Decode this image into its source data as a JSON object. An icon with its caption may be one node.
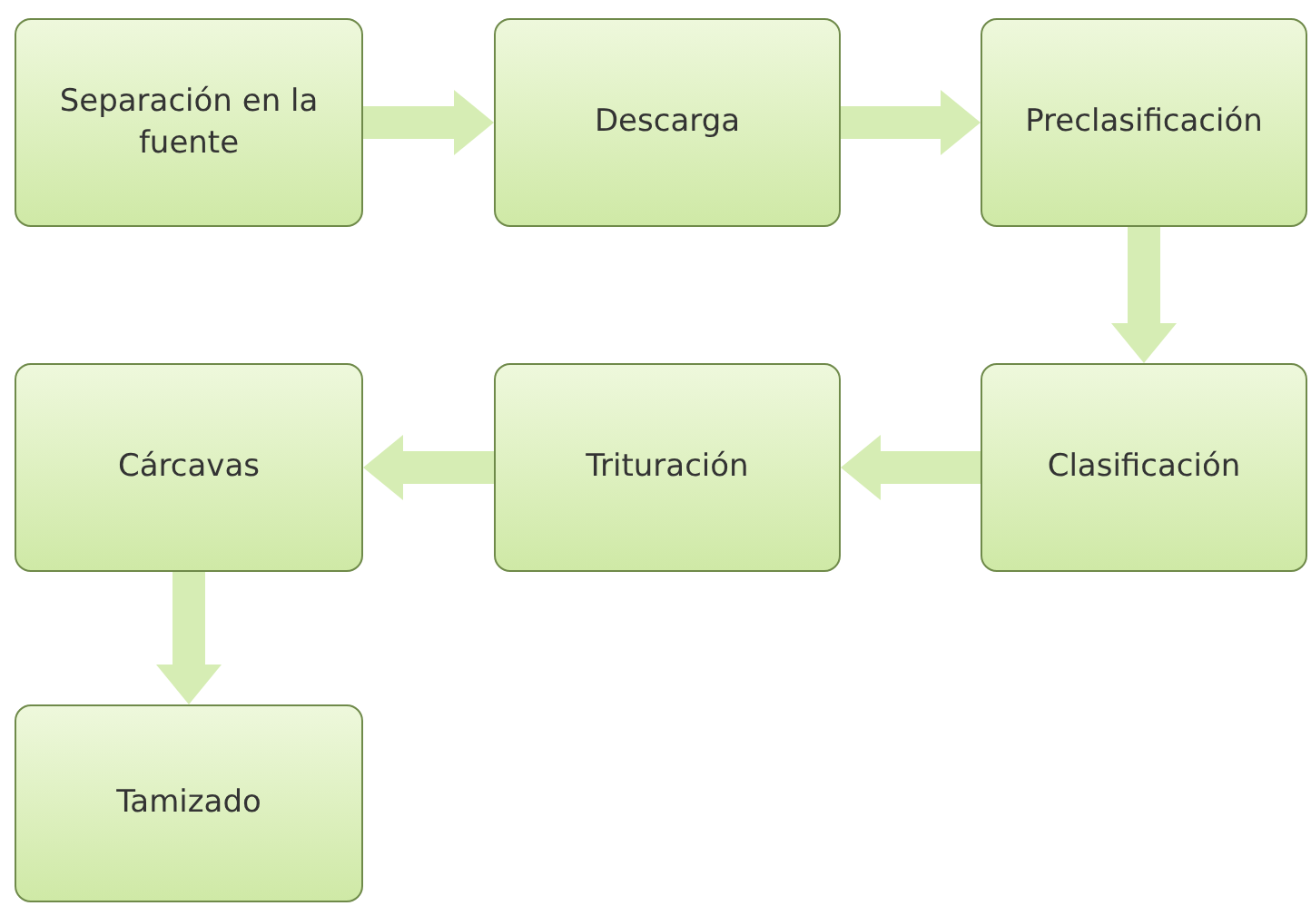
{
  "diagram": {
    "nodes": [
      {
        "text": [
          "Separación en la fuente"
        ]
      },
      {
        "text": [
          "Descarga"
        ]
      },
      {
        "text": [
          "Preclasificación"
        ]
      },
      {
        "text": [
          "Clasificación"
        ]
      },
      {
        "text": [
          "Trituración"
        ]
      },
      {
        "text": [
          "Cárcavas"
        ]
      },
      {
        "text": [
          "Tamizado"
        ]
      }
    ],
    "edges": [
      {
        "from": 0,
        "to": 1,
        "arrow": "to"
      },
      {
        "from": 1,
        "to": 2,
        "arrow": "to"
      },
      {
        "from": 2,
        "to": 3,
        "arrow": "to"
      },
      {
        "from": 3,
        "to": 4,
        "arrow": "to"
      },
      {
        "from": 4,
        "to": 5,
        "arrow": "to"
      },
      {
        "from": 5,
        "to": 6,
        "arrow": "to"
      }
    ]
  }
}
